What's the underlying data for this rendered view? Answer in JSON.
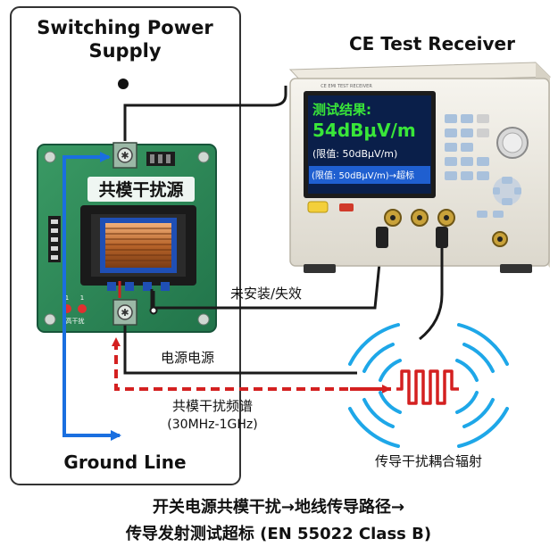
{
  "panel": {
    "title_line1": "Switching Power",
    "title_line2": "Supply",
    "bottom_label": "Ground Line"
  },
  "board": {
    "label": "共模干扰源",
    "led_labels": [
      "1",
      "1",
      "高干扰"
    ]
  },
  "receiver": {
    "title": "CE Test Receiver",
    "brand_text": "CE EMI TEST RECEIVER",
    "screen_line1": "测试结果:",
    "screen_line2": "54dBμV/m",
    "screen_line3": "(限值: 50dBμV/m)",
    "screen_line4": "(限值: 50dBμV/m)→超标"
  },
  "labels": {
    "not_installed": "未安装/失效",
    "power_supply": "电源电源",
    "spectrum_line1": "共模干扰频谱",
    "spectrum_line2": "(30MHz-1GHz)",
    "radiation": "传导干扰耦合辐射"
  },
  "caption": {
    "line1": "开关电源共模干扰→地线传导路径→",
    "line2": "传导发射测试超标 (EN 55022 Class B)"
  },
  "colors": {
    "red_path": "#d42020",
    "blue_path": "#1a6fe0",
    "pcb_green": "#2e8b57",
    "screen_bg": "#0a1f4a",
    "screen_green": "#39e639"
  }
}
